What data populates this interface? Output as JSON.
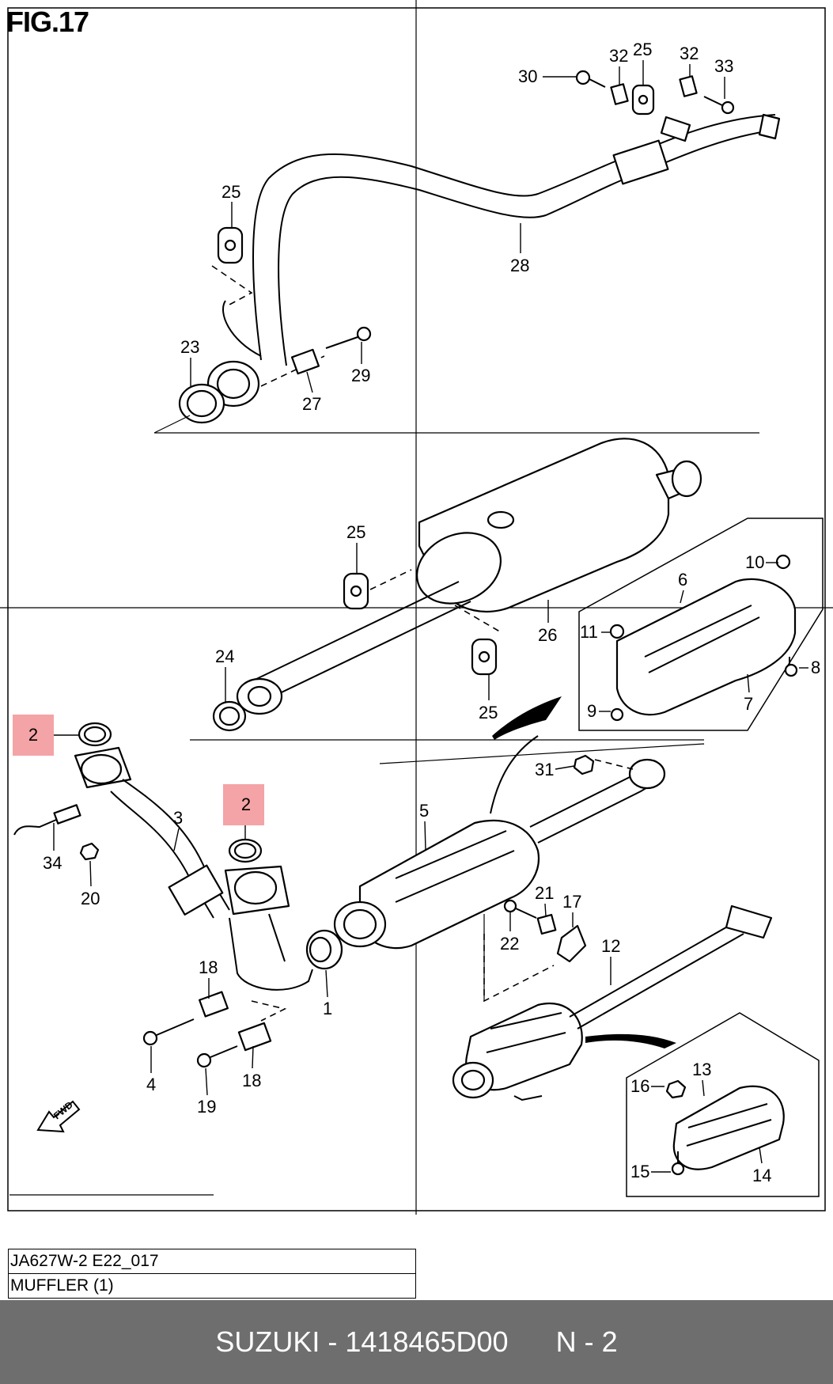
{
  "figure": {
    "label": "FIG.17"
  },
  "callouts": [
    {
      "id": "c30",
      "text": "30"
    },
    {
      "id": "c32a",
      "text": "32"
    },
    {
      "id": "c25a",
      "text": "25"
    },
    {
      "id": "c32b",
      "text": "32"
    },
    {
      "id": "c33",
      "text": "33"
    },
    {
      "id": "c25b",
      "text": "25"
    },
    {
      "id": "c28",
      "text": "28"
    },
    {
      "id": "c23",
      "text": "23"
    },
    {
      "id": "c29",
      "text": "29"
    },
    {
      "id": "c27",
      "text": "27"
    },
    {
      "id": "c25c",
      "text": "25"
    },
    {
      "id": "c10",
      "text": "10"
    },
    {
      "id": "c6",
      "text": "6"
    },
    {
      "id": "c11",
      "text": "11"
    },
    {
      "id": "c24",
      "text": "24"
    },
    {
      "id": "c26",
      "text": "26"
    },
    {
      "id": "c8",
      "text": "8"
    },
    {
      "id": "c7",
      "text": "7"
    },
    {
      "id": "c9",
      "text": "9"
    },
    {
      "id": "c25d",
      "text": "25"
    },
    {
      "id": "c31",
      "text": "31"
    },
    {
      "id": "c3",
      "text": "3"
    },
    {
      "id": "c5",
      "text": "5"
    },
    {
      "id": "c34",
      "text": "34"
    },
    {
      "id": "c20",
      "text": "20"
    },
    {
      "id": "c21",
      "text": "21"
    },
    {
      "id": "c17",
      "text": "17"
    },
    {
      "id": "c22",
      "text": "22"
    },
    {
      "id": "c12",
      "text": "12"
    },
    {
      "id": "c18a",
      "text": "18"
    },
    {
      "id": "c1",
      "text": "1"
    },
    {
      "id": "c4",
      "text": "4"
    },
    {
      "id": "c19",
      "text": "19"
    },
    {
      "id": "c18b",
      "text": "18"
    },
    {
      "id": "c16",
      "text": "16"
    },
    {
      "id": "c13",
      "text": "13"
    },
    {
      "id": "c15",
      "text": "15"
    },
    {
      "id": "c14",
      "text": "14"
    }
  ],
  "highlighted_callouts": [
    {
      "id": "h2a",
      "text": "2"
    },
    {
      "id": "h2b",
      "text": "2"
    }
  ],
  "direction_marker": {
    "text": "FWD"
  },
  "caption": {
    "code": "JA627W-2 E22_017",
    "title": "MUFFLER (1)"
  },
  "footer": {
    "brand_part": "SUZUKI - 1418465D00",
    "page": "N - 2"
  },
  "colors": {
    "highlight": "#f4a3a6",
    "footer_bg": "#6e6e6e",
    "footer_text": "#ffffff"
  }
}
